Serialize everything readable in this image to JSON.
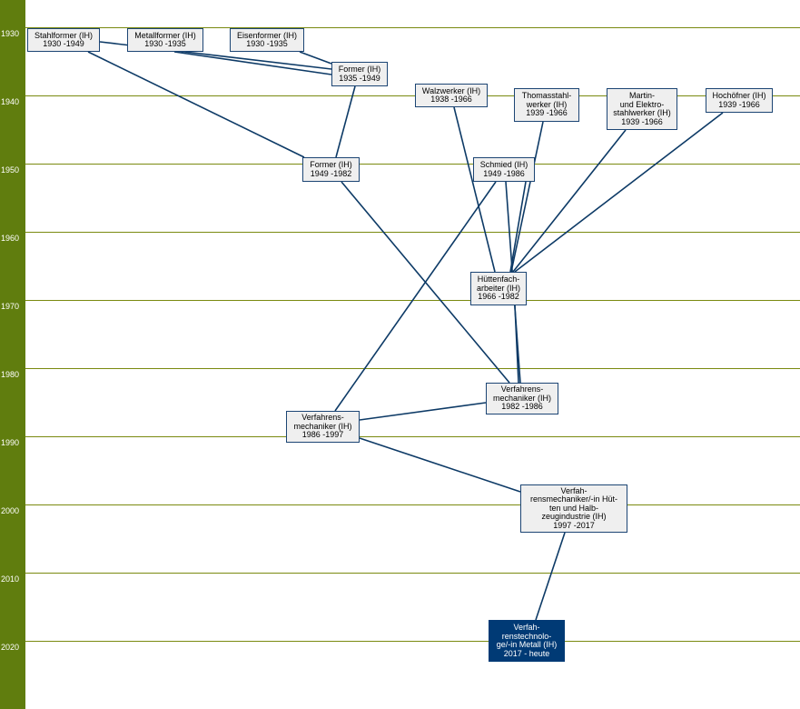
{
  "years": [
    "1930",
    "1940",
    "1950",
    "1960",
    "1970",
    "1980",
    "1990",
    "2000",
    "2010",
    "2020"
  ],
  "nodes": [
    {
      "id": "stahlformer",
      "lines": [
        "Stahlformer (IH)",
        "1930 -1949"
      ]
    },
    {
      "id": "metallformer",
      "lines": [
        "Metallformer (IH)",
        "1930 -1935"
      ]
    },
    {
      "id": "eisenformer",
      "lines": [
        "Eisenformer (IH)",
        "1930 -1935"
      ]
    },
    {
      "id": "former1935",
      "lines": [
        "Former (IH)",
        "1935 -1949"
      ]
    },
    {
      "id": "walzwerker",
      "lines": [
        "Walzwerker (IH)",
        "1938 -1966"
      ]
    },
    {
      "id": "thomasstahlwerker",
      "lines": [
        "Thomasstahl-",
        "werker (IH)",
        "1939 -1966"
      ]
    },
    {
      "id": "martin",
      "lines": [
        "Martin-",
        "und Elektro-",
        "stahlwerker (IH)",
        "1939 -1966"
      ]
    },
    {
      "id": "hochofner",
      "lines": [
        "Hochöfner (IH)",
        "1939 -1966"
      ]
    },
    {
      "id": "former1949",
      "lines": [
        "Former (IH)",
        "1949 -1982"
      ]
    },
    {
      "id": "schmied",
      "lines": [
        "Schmied (IH)",
        "1949 -1986"
      ]
    },
    {
      "id": "huettenfacharbeiter",
      "lines": [
        "Hüttenfach-",
        "arbeiter (IH)",
        "1966 -1982"
      ]
    },
    {
      "id": "vm1982",
      "lines": [
        "Verfahrens-",
        "mechaniker (IH)",
        "1982 -1986"
      ]
    },
    {
      "id": "vm1986",
      "lines": [
        "Verfahrens-",
        "mechaniker (IH)",
        "1986 -1997"
      ]
    },
    {
      "id": "vm1997",
      "lines": [
        "Verfah-",
        "rensmechaniker/-in Hüt-",
        "ten und Halb-",
        "zeugindustrie (IH)",
        "1997 -2017"
      ]
    },
    {
      "id": "vt2017",
      "lines": [
        "Verfah-",
        "renstechnolo-",
        "ge/-in Metall (IH)",
        "2017 - heute"
      ],
      "current": true
    }
  ],
  "edges": [
    [
      "stahlformer",
      "former1935"
    ],
    [
      "metallformer",
      "former1935"
    ],
    [
      "eisenformer",
      "former1935"
    ],
    [
      "stahlformer",
      "former1949"
    ],
    [
      "former1935",
      "former1949"
    ],
    [
      "former1949",
      "vm1982"
    ],
    [
      "walzwerker",
      "huettenfacharbeiter"
    ],
    [
      "thomasstahlwerker",
      "huettenfacharbeiter"
    ],
    [
      "martin",
      "huettenfacharbeiter"
    ],
    [
      "hochofner",
      "huettenfacharbeiter"
    ],
    [
      "schmied",
      "huettenfacharbeiter"
    ],
    [
      "schmied",
      "vm1982"
    ],
    [
      "schmied",
      "vm1986"
    ],
    [
      "huettenfacharbeiter",
      "vm1982"
    ],
    [
      "vm1982",
      "vm1986"
    ],
    [
      "vm1986",
      "vm1997"
    ],
    [
      "vm1997",
      "vt2017"
    ]
  ],
  "colors": {
    "bar": "#607d0e",
    "edge": "#0d3a66",
    "node_bg": "#efefef",
    "current_bg": "#003a75"
  }
}
